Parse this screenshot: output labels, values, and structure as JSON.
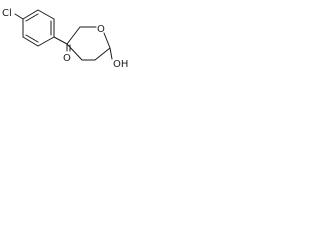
{
  "molecule": {
    "atoms": {
      "chlorine": "Cl",
      "ring_oxygen": "O",
      "carbonyl_oxygen": "O",
      "hydroxyl": "OH"
    }
  }
}
